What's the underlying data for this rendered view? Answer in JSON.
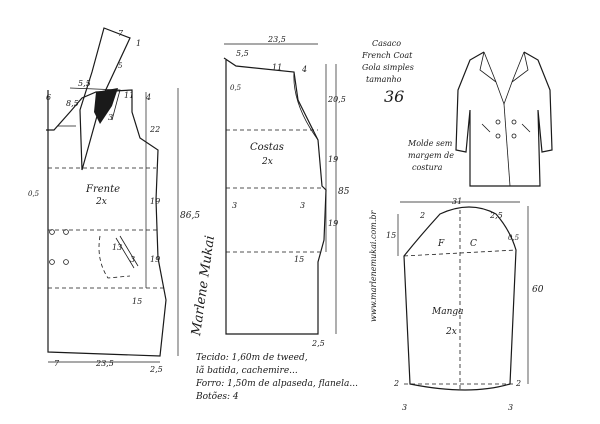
{
  "front": {
    "label": "Frente",
    "qty": "2x",
    "dims": {
      "shoulder_top": "7",
      "shoulder_tip": "1",
      "collar_a": "5",
      "collar_b": "5,5",
      "neck_drop": "6",
      "neck_side": "8,5",
      "lapel_a": "11",
      "shoulder_b": "4",
      "side_in": "3",
      "armhole": "22",
      "waist_side": "0,5",
      "upper_len": "19",
      "lower_len": "19",
      "pocket_a": "13",
      "pocket_b": "3",
      "hip_side": "15",
      "total_len": "86,5",
      "hem_edge": "7",
      "hem_width": "23,5",
      "hem_side": "2,5"
    }
  },
  "back": {
    "label": "Costas",
    "qty": "2x",
    "dims": {
      "top_width": "23,5",
      "neck_w": "5,5",
      "neck_drop": "0,5",
      "shoulder": "11",
      "shoulder_drop": "4",
      "armhole": "20,5",
      "waist_len": "19",
      "hip_len": "19",
      "total_len": "85",
      "side_in": "3",
      "side_out": "3",
      "hip_side": "15",
      "hem_side": "2,5"
    }
  },
  "title_block": {
    "line1": "Casaco",
    "line2": "French Coat",
    "line3": "Gola simples",
    "line4": "tamanho",
    "size": "36"
  },
  "note": {
    "line1": "Molde sem",
    "line2": "margem de",
    "line3": "costura"
  },
  "website": "www.marlenemukai.com.br",
  "signature": "Marlene Mukai",
  "sleeve": {
    "label": "Manga",
    "qty": "2x",
    "front_mark": "F",
    "back_mark": "C",
    "dims": {
      "width": "31",
      "left_top": "2",
      "right_top": "2,5",
      "left_cap": "15",
      "right_cap": "0,5",
      "length": "60",
      "hem_left": "2",
      "hem_right": "2",
      "bottom_left": "3",
      "bottom_right": "3"
    }
  },
  "materials": {
    "line1": "Tecido: 1,60m de tweed,",
    "line2": "lã batida, cachemire...",
    "line3": "Forro: 1,50m de alpaseda, flanela...",
    "line4": "Botões: 4"
  }
}
